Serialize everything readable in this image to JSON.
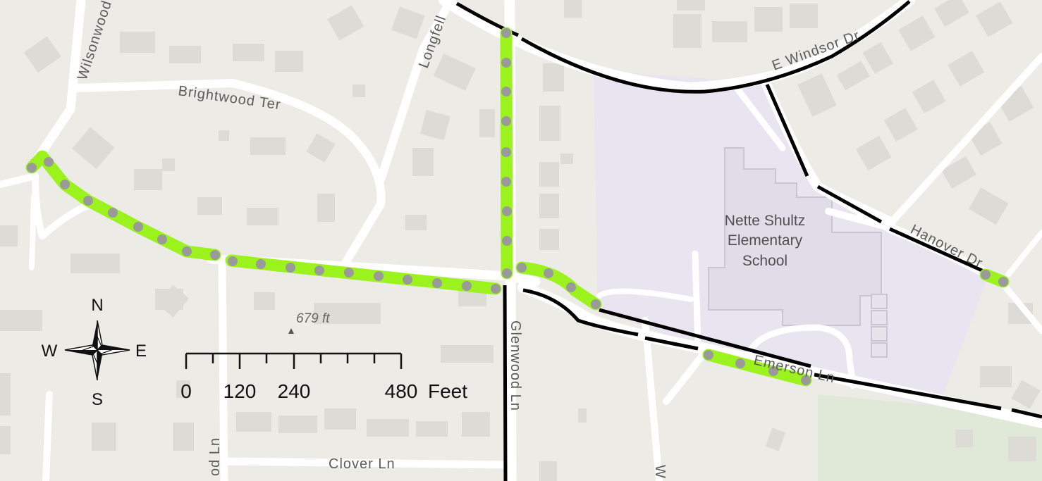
{
  "streets": {
    "wilsonwood": "Wilsonwood",
    "longfellow": "Longfell",
    "brightwood": "Brightwood Ter",
    "windsor": "E Windsor Dr",
    "hanover": "Hanover Dr",
    "emerson": "Emerson Ln",
    "glenwood": "Glenwood Ln",
    "clover": "Clover Ln",
    "wood_ln": "od Ln",
    "w_fragment": "W"
  },
  "school": {
    "line1": "Nette Shultz",
    "line2": "Elementary",
    "line3": "School"
  },
  "elevation": "679 ft",
  "compass": {
    "n": "N",
    "s": "S",
    "e": "E",
    "w": "W"
  },
  "scale_bar": {
    "ticks": [
      "0",
      "120",
      "240",
      "480"
    ],
    "unit": "Feet"
  },
  "colors": {
    "background": "#ecebe6",
    "road": "#ffffff",
    "building": "#dcdbd5",
    "school_area": "#e8e4f0",
    "park": "#e0e8d8",
    "boundary": "#000000",
    "highlight": "#9cf21c",
    "marker": "#9a9a9a"
  }
}
